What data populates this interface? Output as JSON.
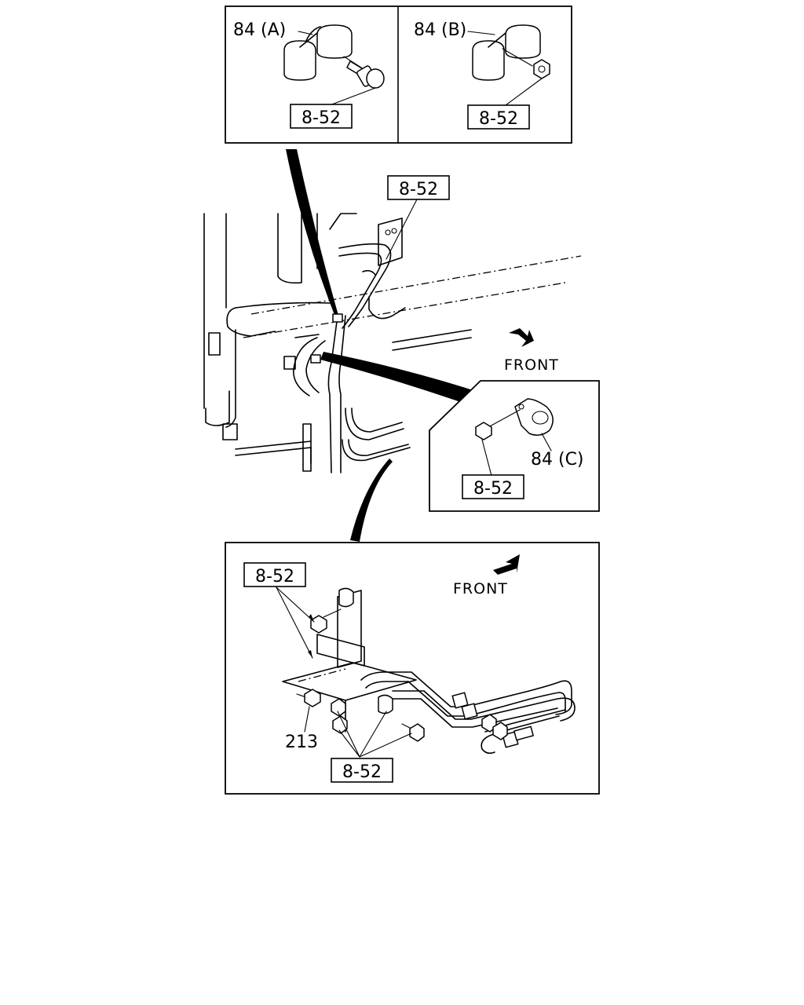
{
  "labels": {
    "clip_a": "84 (A)",
    "clip_b": "84 (B)",
    "clip_c": "84 (C)",
    "part_8_52": "8-52",
    "part_213": "213",
    "front": "FRONT"
  }
}
